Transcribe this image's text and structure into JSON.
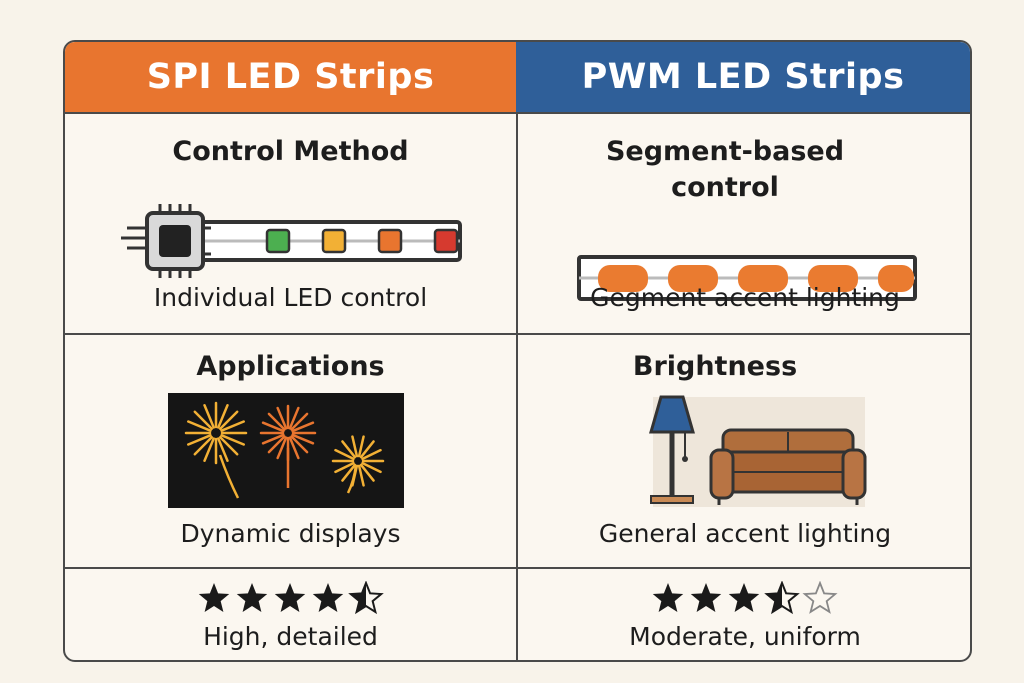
{
  "columns": {
    "spi": {
      "title": "SPI LED Strips",
      "color": "#e8752f"
    },
    "pwm": {
      "title": "PWM LED Strips",
      "color": "#2f5f99"
    }
  },
  "rows": {
    "control": {
      "spi_label": "Control Method",
      "spi_caption": "Individual LED control",
      "pwm_label": "Segment-based\ncontrol",
      "pwm_caption": "Gegment accent lighting",
      "spi_led_colors": [
        "#4caf50",
        "#f2b035",
        "#e8752f",
        "#d63a2f"
      ],
      "pwm_segment_color": "#ea7b30"
    },
    "applications": {
      "spi_label": "Applications",
      "spi_caption": "Dynamic displays",
      "pwm_label": "Brightness",
      "pwm_caption": "General accent lighting",
      "spi_icon": "fireworks-icon",
      "pwm_icon": "lamp-and-sofa-icon"
    },
    "rating": {
      "spi_rating": 4.5,
      "spi_caption": "High, detailed",
      "pwm_rating": 3.5,
      "pwm_caption": "Moderate, uniform",
      "max": 5
    }
  }
}
